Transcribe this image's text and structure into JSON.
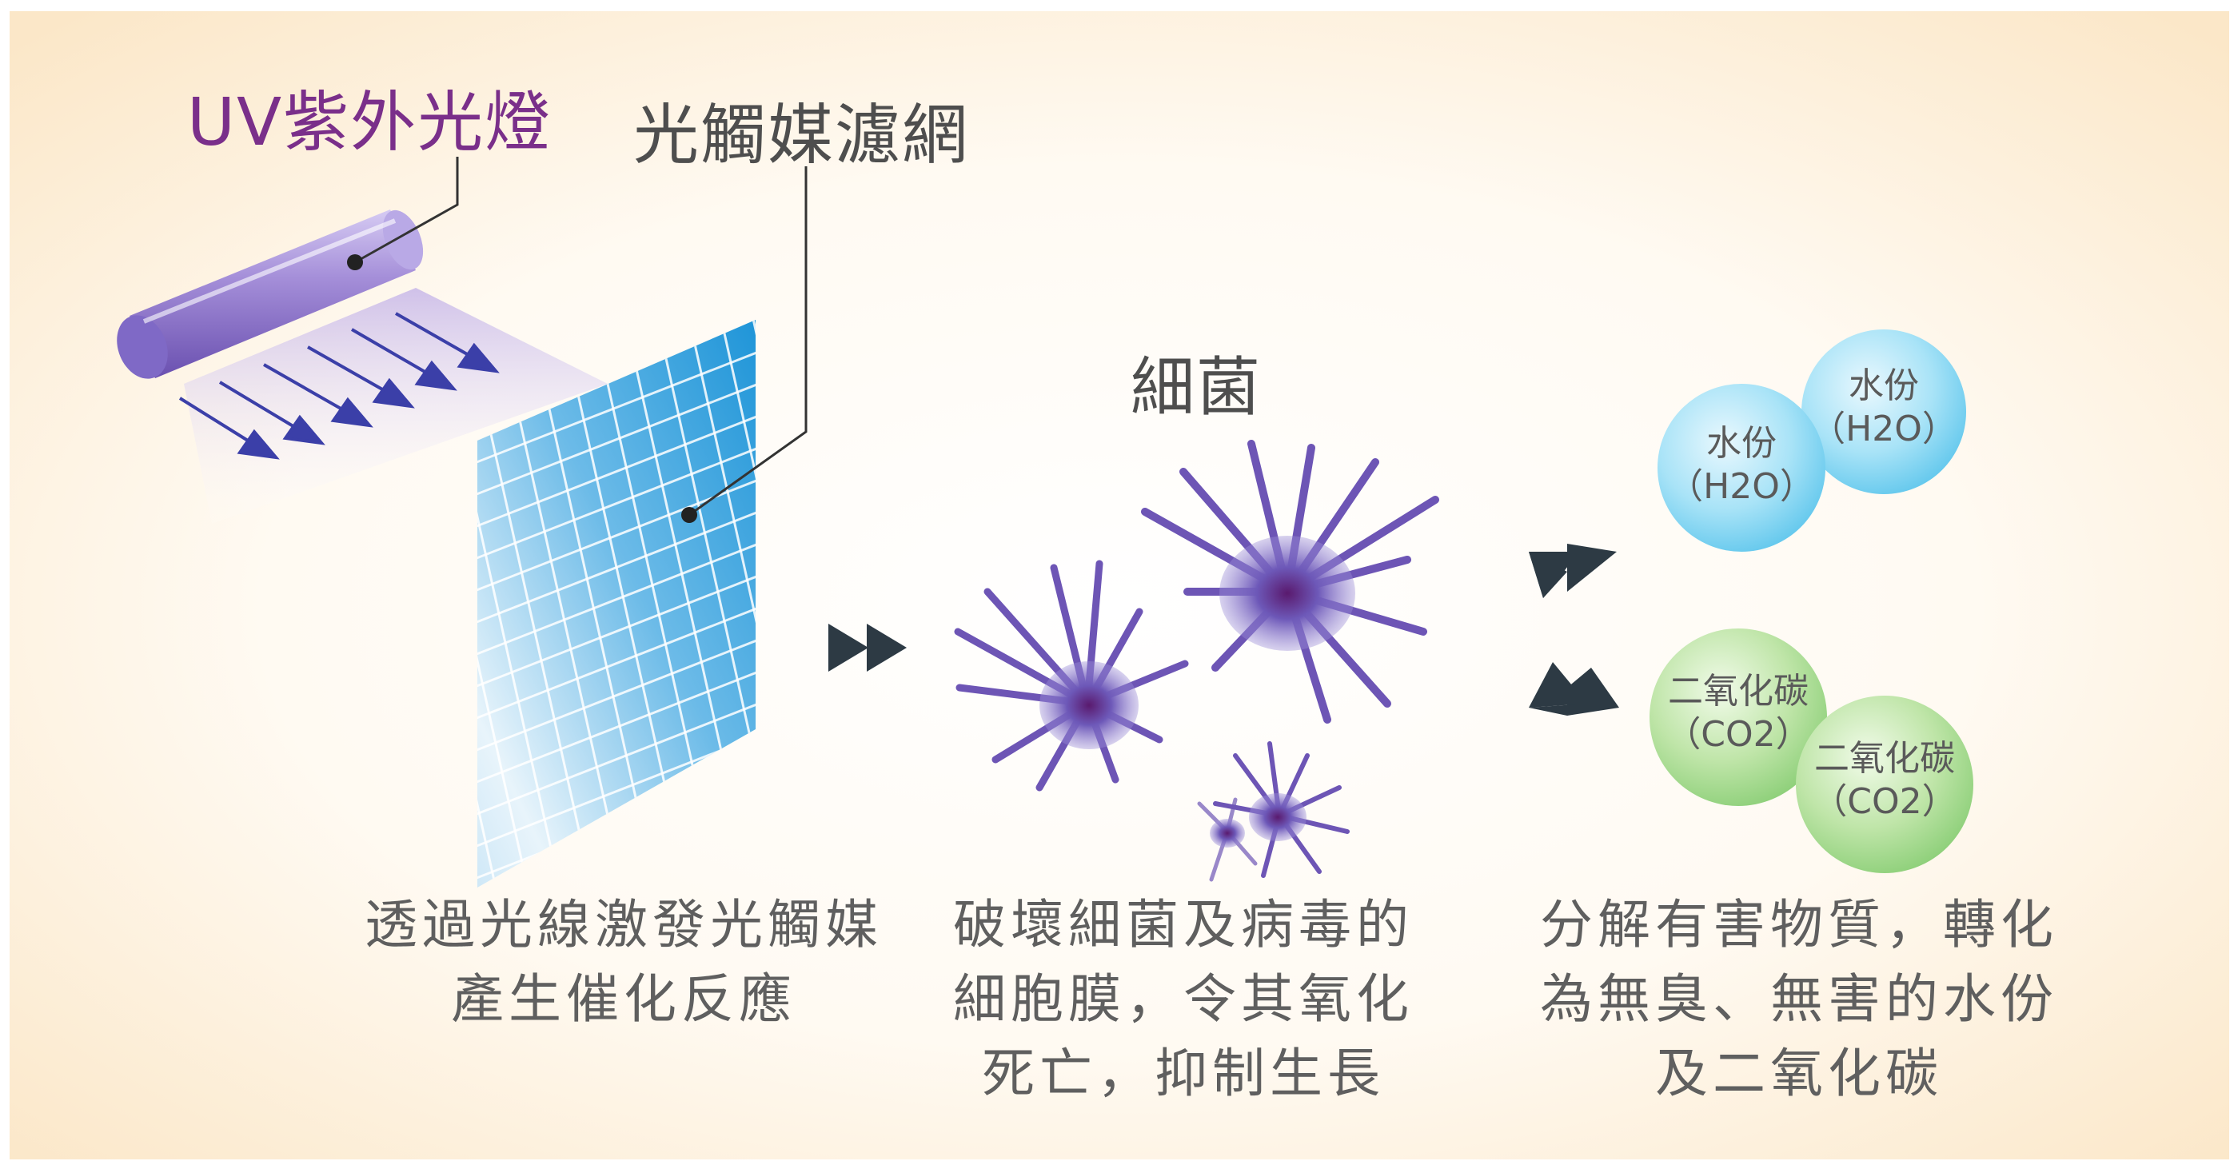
{
  "labels": {
    "uv_lamp": "UV紫外光燈",
    "filter": "光觸媒濾網",
    "bacteria": "細菌"
  },
  "captions": {
    "step1": [
      "透過光線激發光觸媒",
      "產生催化反應"
    ],
    "step2": [
      "破壞細菌及病毒的",
      "細胞膜，令其氧化",
      "死亡，抑制生長"
    ],
    "step3": [
      "分解有害物質，轉化",
      "為無臭、無害的水份",
      "及二氧化碳"
    ]
  },
  "molecules": {
    "water": {
      "name": "水份",
      "formula": "（H2O）"
    },
    "co2": {
      "name": "二氧化碳",
      "formula": "（CO2）"
    }
  },
  "colors": {
    "background": "#fdf3e3",
    "uv_label": "#7a2f8a",
    "lamp": "#9b7fd0",
    "filter": "#2f9fdc",
    "bacteria": "#5c4aa8",
    "water_bubble": "#36b6e6",
    "co2_bubble": "#6cc15a",
    "arrow": "#2d3a44"
  }
}
